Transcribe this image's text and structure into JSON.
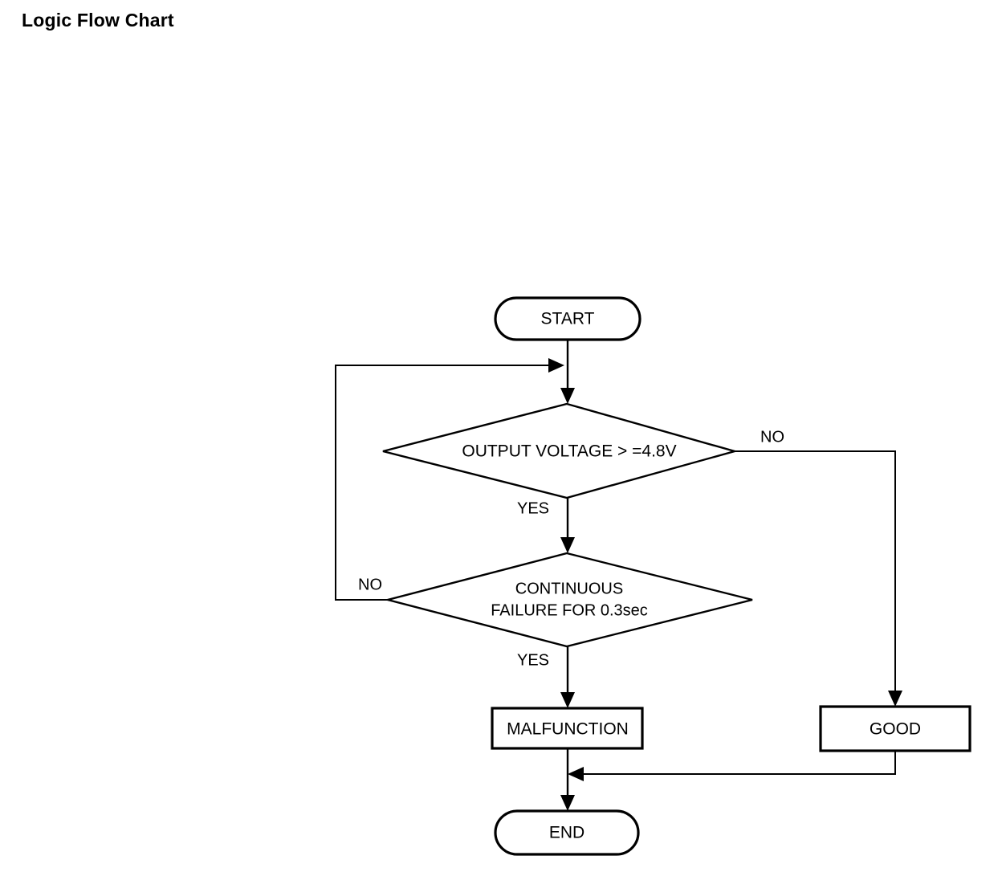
{
  "page": {
    "title": "Logic Flow Chart",
    "background_color": "#ffffff",
    "line_color": "#000000"
  },
  "chart_data": {
    "type": "diagram",
    "diagram_kind": "flowchart",
    "title": "Logic Flow Chart",
    "nodes": [
      {
        "id": "start",
        "shape": "stadium",
        "label": "START"
      },
      {
        "id": "decision1",
        "shape": "diamond",
        "label": "OUTPUT VOLTAGE > =4.8V"
      },
      {
        "id": "decision2",
        "shape": "diamond",
        "label_line1": "CONTINUOUS",
        "label_line2": "FAILURE FOR 0.3sec"
      },
      {
        "id": "malfunction",
        "shape": "rectangle",
        "label": "MALFUNCTION"
      },
      {
        "id": "good",
        "shape": "rectangle",
        "label": "GOOD"
      },
      {
        "id": "end",
        "shape": "stadium",
        "label": "END"
      }
    ],
    "edges": [
      {
        "from": "start",
        "to": "decision1",
        "label": ""
      },
      {
        "from": "decision1",
        "to": "decision2",
        "label": "YES"
      },
      {
        "from": "decision1",
        "to": "good",
        "label": "NO"
      },
      {
        "from": "decision2",
        "to": "malfunction",
        "label": "YES"
      },
      {
        "from": "decision2",
        "to": "decision1",
        "label": "NO"
      },
      {
        "from": "malfunction",
        "to": "end",
        "label": ""
      },
      {
        "from": "good",
        "to": "end",
        "label": ""
      }
    ]
  },
  "nodes": {
    "start": {
      "label": "START"
    },
    "decision1": {
      "label": "OUTPUT VOLTAGE > =4.8V"
    },
    "decision2": {
      "label_line1": "CONTINUOUS",
      "label_line2": "FAILURE FOR 0.3sec"
    },
    "malfunction": {
      "label": "MALFUNCTION"
    },
    "good": {
      "label": "GOOD"
    },
    "end": {
      "label": "END"
    }
  },
  "branch_labels": {
    "decision1_no": "NO",
    "decision1_yes": "YES",
    "decision2_no": "NO",
    "decision2_yes": "YES"
  }
}
